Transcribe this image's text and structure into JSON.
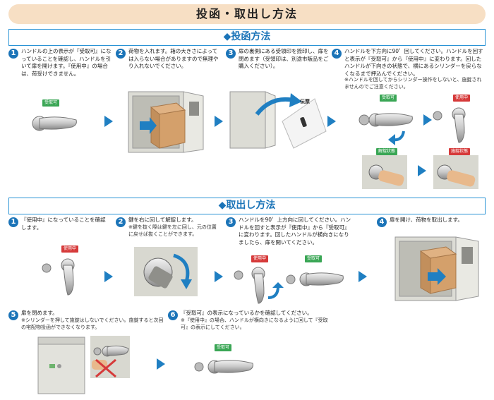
{
  "title": "投函・取出し方法",
  "section1": {
    "heading": "◆投函方法",
    "steps": [
      {
        "num": "1",
        "text": "ハンドルの上の表示が『受取可』になっていることを確認し、ハンドルを引いて扉を開けます。『使用中』の場合は、荷受けできません。",
        "tag": "受取可"
      },
      {
        "num": "2",
        "text": "荷物を入れます。箱の大きさによっては入らない場合がありますので無理やり入れないでください。"
      },
      {
        "num": "3",
        "text": "扉の裏側にある受領印を捺印し、扉を閉めます（受領印は、別途市販品をご購入ください）。",
        "label": "伝票"
      },
      {
        "num": "4",
        "text": "ハンドルを下方向に90゜回してください。ハンドルを回すと表示が『受取可』から『使用中』に変わります。回したハンドルが下向きの状態で、横にあるシリンダーを戻らなくなるまで押込んでください。",
        "note": "※ハンドルを回してからシリンダー操作をしないと、施錠されませんのでご注意ください。",
        "tags": [
          "受取可",
          "使用中",
          "解錠状態",
          "施錠状態"
        ]
      }
    ]
  },
  "section2": {
    "heading": "◆取出し方法",
    "steps": [
      {
        "num": "1",
        "text": "『使用中』になっていることを確認します。",
        "tag": "使用中"
      },
      {
        "num": "2",
        "text": "鍵を右に回して解錠します。",
        "note": "※鍵を抜く際は鍵を左に回し、元の位置に戻せば抜くことができます。"
      },
      {
        "num": "3",
        "text": "ハンドルを90゜上方向に回してください。ハンドルを回すと表示が『使用中』から『受取可』に変わります。回したハンドルが横向きになりましたら、扉を開いてください。",
        "tags": [
          "使用中",
          "受取可"
        ]
      },
      {
        "num": "4",
        "text": "扉を開け、荷物を取出します。"
      },
      {
        "num": "5",
        "text": "扉を閉めます。",
        "note": "※シリンダーを押して施錠はしないでください。施錠すると次回の宅配物投函ができなくなります。"
      },
      {
        "num": "6",
        "text": "『受取可』の表示になっているかを確認してください。",
        "note": "※『使用中』の場合、ハンドルが横向きになるように回して『受取可』の表示にしてください。",
        "tag": "受取可"
      }
    ]
  },
  "colors": {
    "accent": "#1b74b8",
    "title_bg": "#f7dfc4",
    "ok": "#3aa655",
    "busy": "#d63a3a",
    "box": "#c79a6a",
    "cabinet": "#e2e2dc"
  },
  "footer": "—"
}
